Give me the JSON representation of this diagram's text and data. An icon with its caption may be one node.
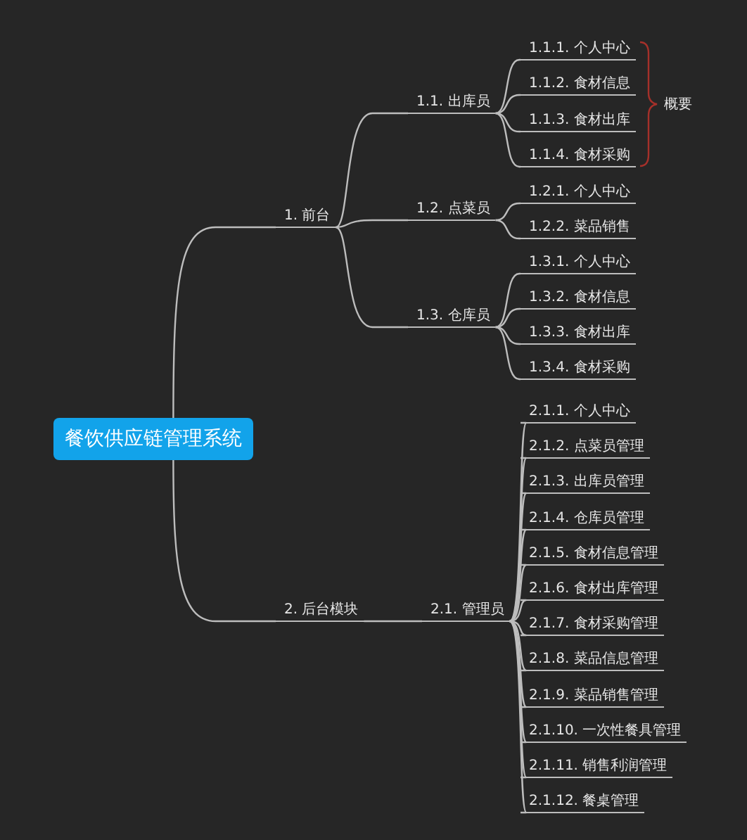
{
  "diagram": {
    "nodes": [
      {
        "text": [
          "餐饮供应链管理系统"
        ]
      },
      {
        "text": [
          "1. 前台"
        ]
      },
      {
        "text": [
          "1.1. 出库员"
        ]
      },
      {
        "text": [
          "1.1.1. 个人中心"
        ]
      },
      {
        "text": [
          "1.1.2. 食材信息"
        ]
      },
      {
        "text": [
          "1.1.3. 食材出库"
        ]
      },
      {
        "text": [
          "1.1.4. 食材采购"
        ]
      },
      {
        "text": [
          "1.2. 点菜员"
        ]
      },
      {
        "text": [
          "1.2.1. 个人中心"
        ]
      },
      {
        "text": [
          "1.2.2. 菜品销售"
        ]
      },
      {
        "text": [
          "1.3. 仓库员"
        ]
      },
      {
        "text": [
          "1.3.1. 个人中心"
        ]
      },
      {
        "text": [
          "1.3.2. 食材信息"
        ]
      },
      {
        "text": [
          "1.3.3. 食材出库"
        ]
      },
      {
        "text": [
          "1.3.4. 食材采购"
        ]
      },
      {
        "text": [
          "2. 后台模块"
        ]
      },
      {
        "text": [
          "2.1. 管理员"
        ]
      },
      {
        "text": [
          "2.1.1. 个人中心"
        ]
      },
      {
        "text": [
          "2.1.2. 点菜员管理"
        ]
      },
      {
        "text": [
          "2.1.3. 出库员管理"
        ]
      },
      {
        "text": [
          "2.1.4. 仓库员管理"
        ]
      },
      {
        "text": [
          "2.1.5. 食材信息管理"
        ]
      },
      {
        "text": [
          "2.1.6. 食材出库管理"
        ]
      },
      {
        "text": [
          "2.1.7. 食材采购管理"
        ]
      },
      {
        "text": [
          "2.1.8. 菜品信息管理"
        ]
      },
      {
        "text": [
          "2.1.9. 菜品销售管理"
        ]
      },
      {
        "text": [
          "2.1.10. 一次性餐具管理"
        ]
      },
      {
        "text": [
          "2.1.11. 销售利润管理"
        ]
      },
      {
        "text": [
          "2.1.12. 餐桌管理"
        ]
      }
    ],
    "edges": [
      {
        "from": 0,
        "to": 1,
        "arrow": "none"
      },
      {
        "from": 1,
        "to": 2,
        "arrow": "none"
      },
      {
        "from": 2,
        "to": 3,
        "arrow": "none"
      },
      {
        "from": 2,
        "to": 4,
        "arrow": "none"
      },
      {
        "from": 2,
        "to": 5,
        "arrow": "none"
      },
      {
        "from": 2,
        "to": 6,
        "arrow": "none"
      },
      {
        "from": 1,
        "to": 7,
        "arrow": "none"
      },
      {
        "from": 7,
        "to": 8,
        "arrow": "none"
      },
      {
        "from": 7,
        "to": 9,
        "arrow": "none"
      },
      {
        "from": 1,
        "to": 10,
        "arrow": "none"
      },
      {
        "from": 10,
        "to": 11,
        "arrow": "none"
      },
      {
        "from": 10,
        "to": 12,
        "arrow": "none"
      },
      {
        "from": 10,
        "to": 13,
        "arrow": "none"
      },
      {
        "from": 10,
        "to": 14,
        "arrow": "none"
      },
      {
        "from": 0,
        "to": 15,
        "arrow": "none"
      },
      {
        "from": 15,
        "to": 16,
        "arrow": "none"
      },
      {
        "from": 16,
        "to": 17,
        "arrow": "none"
      },
      {
        "from": 16,
        "to": 18,
        "arrow": "none"
      },
      {
        "from": 16,
        "to": 19,
        "arrow": "none"
      },
      {
        "from": 16,
        "to": 20,
        "arrow": "none"
      },
      {
        "from": 16,
        "to": 21,
        "arrow": "none"
      },
      {
        "from": 16,
        "to": 22,
        "arrow": "none"
      },
      {
        "from": 16,
        "to": 23,
        "arrow": "none"
      },
      {
        "from": 16,
        "to": 24,
        "arrow": "none"
      },
      {
        "from": 16,
        "to": 25,
        "arrow": "none"
      },
      {
        "from": 16,
        "to": 26,
        "arrow": "none"
      },
      {
        "from": 16,
        "to": 27,
        "arrow": "none"
      },
      {
        "from": 16,
        "to": 28,
        "arrow": "none"
      }
    ],
    "labels": [
      "概要"
    ]
  }
}
